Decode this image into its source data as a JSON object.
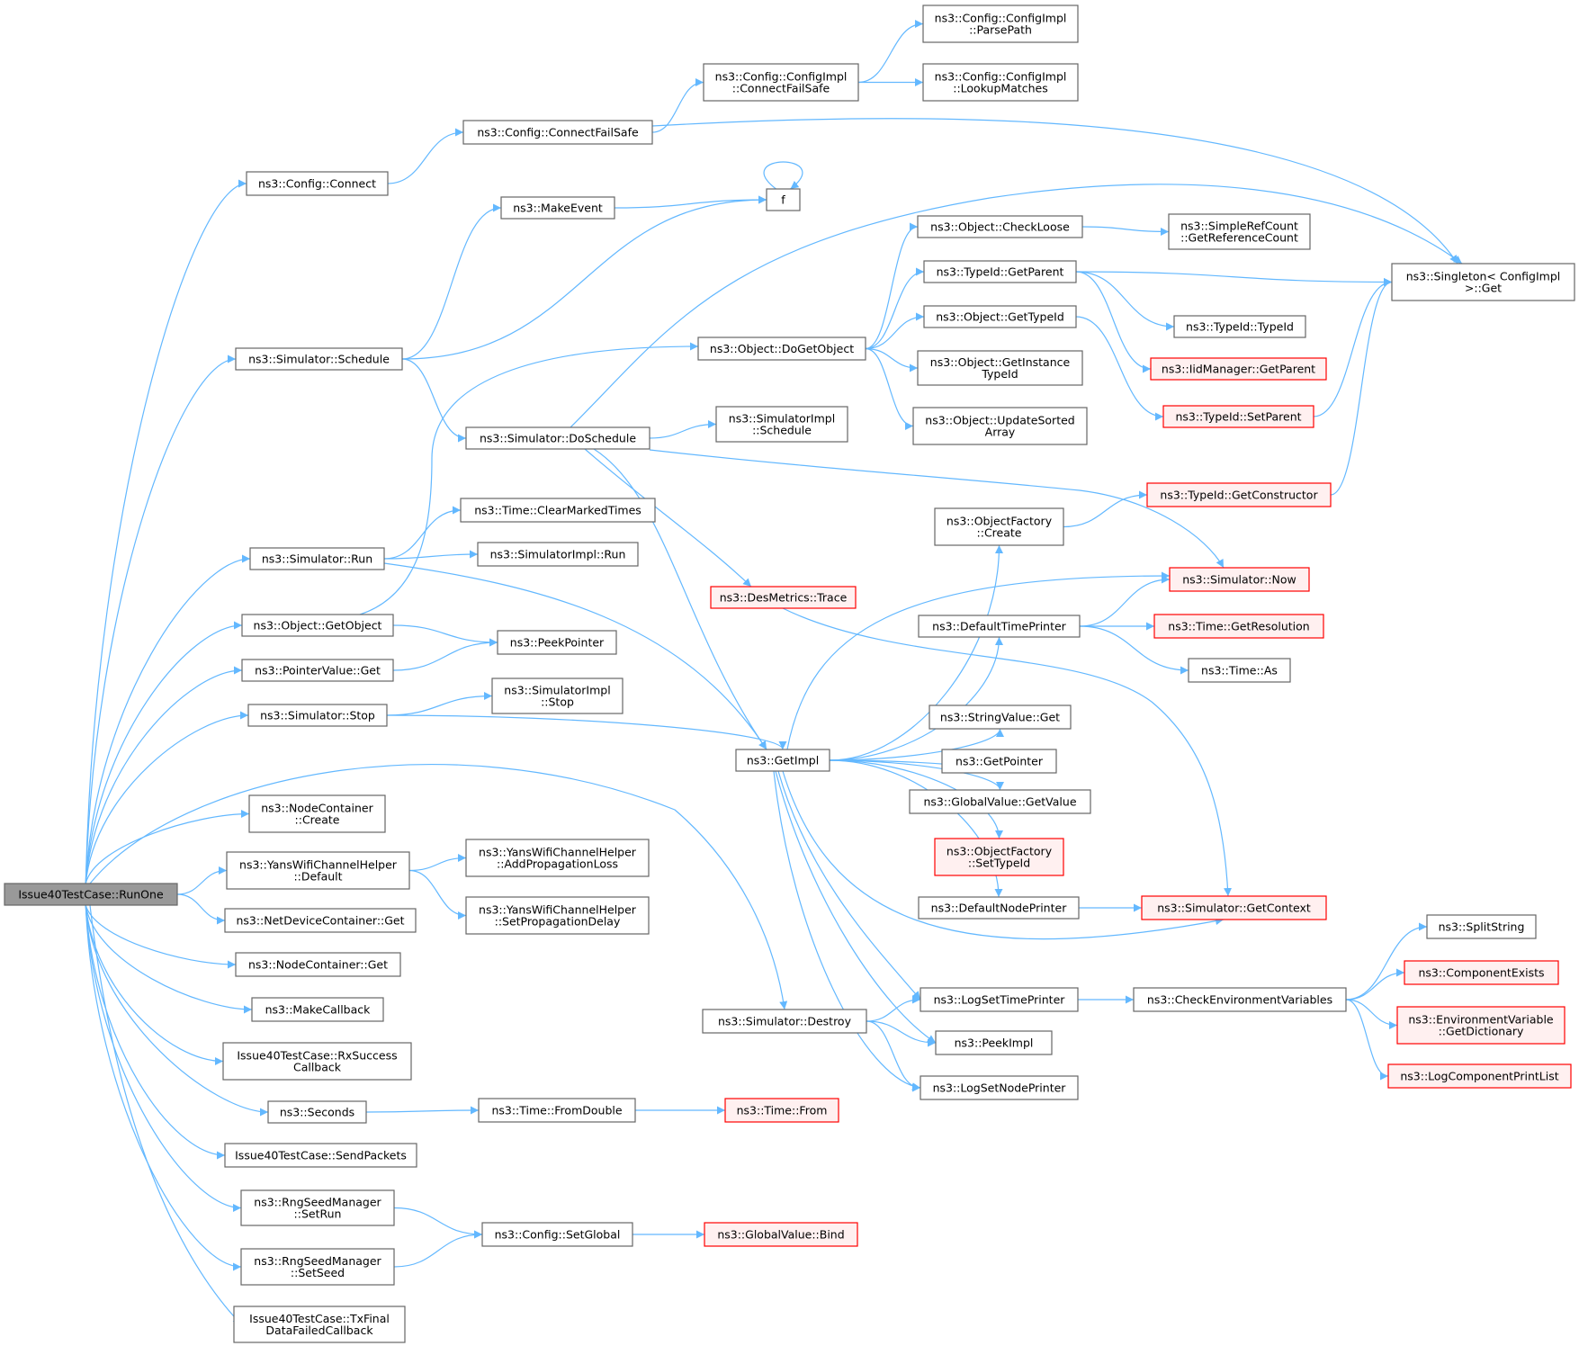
{
  "colors": {
    "edge": "#63b8ff",
    "normal_border": "#666666",
    "normal_fill": "#ffffff",
    "truncated_border": "#ff0000",
    "truncated_fill": "#fff0f0",
    "root_fill": "#999999",
    "root_border": "#666666"
  },
  "graph": {
    "root": "n0",
    "nodes": [
      {
        "id": "n0",
        "lines": [
          "Issue40TestCase::RunOne"
        ],
        "style": "root"
      },
      {
        "id": "n1",
        "lines": [
          "ns3::Config::Connect"
        ],
        "style": "normal"
      },
      {
        "id": "n2",
        "lines": [
          "ns3::Config::ConnectFailSafe"
        ],
        "style": "normal"
      },
      {
        "id": "n3",
        "lines": [
          "ns3::Config::ConfigImpl",
          "::ConnectFailSafe"
        ],
        "style": "normal"
      },
      {
        "id": "n4",
        "lines": [
          "ns3::Config::ConfigImpl",
          "::ParsePath"
        ],
        "style": "normal"
      },
      {
        "id": "n5",
        "lines": [
          "ns3::Config::ConfigImpl",
          "::LookupMatches"
        ],
        "style": "normal"
      },
      {
        "id": "n6",
        "lines": [
          "ns3::Singleton< ConfigImpl",
          ">::Get"
        ],
        "style": "normal"
      },
      {
        "id": "n7",
        "lines": [
          "ns3::MakeEvent"
        ],
        "style": "normal"
      },
      {
        "id": "n8",
        "lines": [
          "f"
        ],
        "style": "normal"
      },
      {
        "id": "n9",
        "lines": [
          "ns3::Simulator::Schedule"
        ],
        "style": "normal"
      },
      {
        "id": "n10",
        "lines": [
          "ns3::Simulator::DoSchedule"
        ],
        "style": "normal"
      },
      {
        "id": "n11",
        "lines": [
          "ns3::SimulatorImpl",
          "::Schedule"
        ],
        "style": "normal"
      },
      {
        "id": "n12",
        "lines": [
          "ns3::Object::DoGetObject"
        ],
        "style": "normal"
      },
      {
        "id": "n13",
        "lines": [
          "ns3::Object::CheckLoose"
        ],
        "style": "normal"
      },
      {
        "id": "n14",
        "lines": [
          "ns3::SimpleRefCount",
          "::GetReferenceCount"
        ],
        "style": "normal"
      },
      {
        "id": "n15",
        "lines": [
          "ns3::TypeId::GetParent"
        ],
        "style": "normal"
      },
      {
        "id": "n16",
        "lines": [
          "ns3::TypeId::TypeId"
        ],
        "style": "normal"
      },
      {
        "id": "n17",
        "lines": [
          "ns3::IidManager::GetParent"
        ],
        "style": "truncated"
      },
      {
        "id": "n18",
        "lines": [
          "ns3::Object::GetTypeId"
        ],
        "style": "normal"
      },
      {
        "id": "n19",
        "lines": [
          "ns3::TypeId::SetParent"
        ],
        "style": "truncated"
      },
      {
        "id": "n20",
        "lines": [
          "ns3::Object::GetInstance",
          "TypeId"
        ],
        "style": "normal"
      },
      {
        "id": "n21",
        "lines": [
          "ns3::Object::UpdateSorted",
          "Array"
        ],
        "style": "normal"
      },
      {
        "id": "n22",
        "lines": [
          "ns3::Time::ClearMarkedTimes"
        ],
        "style": "normal"
      },
      {
        "id": "n23",
        "lines": [
          "ns3::Simulator::Run"
        ],
        "style": "normal"
      },
      {
        "id": "n24",
        "lines": [
          "ns3::SimulatorImpl::Run"
        ],
        "style": "normal"
      },
      {
        "id": "n25",
        "lines": [
          "ns3::TypeId::GetConstructor"
        ],
        "style": "truncated"
      },
      {
        "id": "n26",
        "lines": [
          "ns3::ObjectFactory",
          "::Create"
        ],
        "style": "normal"
      },
      {
        "id": "n27",
        "lines": [
          "ns3::Simulator::Now"
        ],
        "style": "truncated"
      },
      {
        "id": "n28",
        "lines": [
          "ns3::DesMetrics::Trace"
        ],
        "style": "truncated"
      },
      {
        "id": "n29",
        "lines": [
          "ns3::Object::GetObject"
        ],
        "style": "normal"
      },
      {
        "id": "n30",
        "lines": [
          "ns3::PeekPointer"
        ],
        "style": "normal"
      },
      {
        "id": "n31",
        "lines": [
          "ns3::DefaultTimePrinter"
        ],
        "style": "normal"
      },
      {
        "id": "n32",
        "lines": [
          "ns3::Time::GetResolution"
        ],
        "style": "truncated"
      },
      {
        "id": "n33",
        "lines": [
          "ns3::PointerValue::Get"
        ],
        "style": "normal"
      },
      {
        "id": "n34",
        "lines": [
          "ns3::Time::As"
        ],
        "style": "normal"
      },
      {
        "id": "n35",
        "lines": [
          "ns3::SimulatorImpl",
          "::Stop"
        ],
        "style": "normal"
      },
      {
        "id": "n36",
        "lines": [
          "ns3::Simulator::Stop"
        ],
        "style": "normal"
      },
      {
        "id": "n37",
        "lines": [
          "ns3::StringValue::Get"
        ],
        "style": "normal"
      },
      {
        "id": "n38",
        "lines": [
          "ns3::GetImpl"
        ],
        "style": "normal"
      },
      {
        "id": "n39",
        "lines": [
          "ns3::GetPointer"
        ],
        "style": "normal"
      },
      {
        "id": "n40",
        "lines": [
          "ns3::GlobalValue::GetValue"
        ],
        "style": "normal"
      },
      {
        "id": "n41",
        "lines": [
          "ns3::NodeContainer",
          "::Create"
        ],
        "style": "normal"
      },
      {
        "id": "n42",
        "lines": [
          "ns3::ObjectFactory",
          "::SetTypeId"
        ],
        "style": "truncated"
      },
      {
        "id": "n43",
        "lines": [
          "ns3::YansWifiChannelHelper",
          "::Default"
        ],
        "style": "normal"
      },
      {
        "id": "n44",
        "lines": [
          "ns3::YansWifiChannelHelper",
          "::AddPropagationLoss"
        ],
        "style": "normal"
      },
      {
        "id": "n45",
        "lines": [
          "ns3::YansWifiChannelHelper",
          "::SetPropagationDelay"
        ],
        "style": "normal"
      },
      {
        "id": "n46",
        "lines": [
          "ns3::DefaultNodePrinter"
        ],
        "style": "normal"
      },
      {
        "id": "n47",
        "lines": [
          "ns3::Simulator::GetContext"
        ],
        "style": "truncated"
      },
      {
        "id": "n48",
        "lines": [
          "ns3::NetDeviceContainer::Get"
        ],
        "style": "normal"
      },
      {
        "id": "n49",
        "lines": [
          "ns3::SplitString"
        ],
        "style": "normal"
      },
      {
        "id": "n50",
        "lines": [
          "ns3::NodeContainer::Get"
        ],
        "style": "normal"
      },
      {
        "id": "n51",
        "lines": [
          "ns3::ComponentExists"
        ],
        "style": "truncated"
      },
      {
        "id": "n52",
        "lines": [
          "ns3::MakeCallback"
        ],
        "style": "normal"
      },
      {
        "id": "n53",
        "lines": [
          "ns3::EnvironmentVariable",
          "::GetDictionary"
        ],
        "style": "truncated"
      },
      {
        "id": "n54",
        "lines": [
          "ns3::LogSetTimePrinter"
        ],
        "style": "normal"
      },
      {
        "id": "n55",
        "lines": [
          "ns3::CheckEnvironmentVariables"
        ],
        "style": "normal"
      },
      {
        "id": "n56",
        "lines": [
          "ns3::Simulator::Destroy"
        ],
        "style": "normal"
      },
      {
        "id": "n57",
        "lines": [
          "ns3::PeekImpl"
        ],
        "style": "normal"
      },
      {
        "id": "n58",
        "lines": [
          "Issue40TestCase::RxSuccess",
          "Callback"
        ],
        "style": "normal"
      },
      {
        "id": "n59",
        "lines": [
          "ns3::LogComponentPrintList"
        ],
        "style": "truncated"
      },
      {
        "id": "n60",
        "lines": [
          "ns3::LogSetNodePrinter"
        ],
        "style": "normal"
      },
      {
        "id": "n61",
        "lines": [
          "ns3::Seconds"
        ],
        "style": "normal"
      },
      {
        "id": "n62",
        "lines": [
          "ns3::Time::FromDouble"
        ],
        "style": "normal"
      },
      {
        "id": "n63",
        "lines": [
          "ns3::Time::From"
        ],
        "style": "truncated"
      },
      {
        "id": "n64",
        "lines": [
          "Issue40TestCase::SendPackets"
        ],
        "style": "normal"
      },
      {
        "id": "n65",
        "lines": [
          "ns3::RngSeedManager",
          "::SetRun"
        ],
        "style": "normal"
      },
      {
        "id": "n66",
        "lines": [
          "ns3::Config::SetGlobal"
        ],
        "style": "normal"
      },
      {
        "id": "n67",
        "lines": [
          "ns3::GlobalValue::Bind"
        ],
        "style": "truncated"
      },
      {
        "id": "n68",
        "lines": [
          "ns3::RngSeedManager",
          "::SetSeed"
        ],
        "style": "normal"
      },
      {
        "id": "n69",
        "lines": [
          "Issue40TestCase::TxFinal",
          "DataFailedCallback"
        ],
        "style": "normal"
      }
    ],
    "edges": [
      [
        "n0",
        "n1"
      ],
      [
        "n0",
        "n9"
      ],
      [
        "n0",
        "n23"
      ],
      [
        "n0",
        "n29"
      ],
      [
        "n0",
        "n33"
      ],
      [
        "n0",
        "n36"
      ],
      [
        "n0",
        "n56"
      ],
      [
        "n0",
        "n41"
      ],
      [
        "n0",
        "n43"
      ],
      [
        "n0",
        "n48"
      ],
      [
        "n0",
        "n50"
      ],
      [
        "n0",
        "n52"
      ],
      [
        "n0",
        "n58"
      ],
      [
        "n0",
        "n61"
      ],
      [
        "n0",
        "n64"
      ],
      [
        "n0",
        "n65"
      ],
      [
        "n0",
        "n68"
      ],
      [
        "n0",
        "n69"
      ],
      [
        "n1",
        "n2"
      ],
      [
        "n2",
        "n3"
      ],
      [
        "n2",
        "n6"
      ],
      [
        "n3",
        "n4"
      ],
      [
        "n3",
        "n5"
      ],
      [
        "n7",
        "n8"
      ],
      [
        "n8",
        "n8"
      ],
      [
        "n9",
        "n7"
      ],
      [
        "n9",
        "n8"
      ],
      [
        "n9",
        "n10"
      ],
      [
        "n10",
        "n6"
      ],
      [
        "n10",
        "n11"
      ],
      [
        "n10",
        "n28"
      ],
      [
        "n10",
        "n27"
      ],
      [
        "n10",
        "n38"
      ],
      [
        "n29",
        "n12"
      ],
      [
        "n29",
        "n30"
      ],
      [
        "n12",
        "n13"
      ],
      [
        "n12",
        "n15"
      ],
      [
        "n12",
        "n18"
      ],
      [
        "n12",
        "n20"
      ],
      [
        "n12",
        "n21"
      ],
      [
        "n13",
        "n14"
      ],
      [
        "n15",
        "n6"
      ],
      [
        "n15",
        "n16"
      ],
      [
        "n15",
        "n17"
      ],
      [
        "n18",
        "n19"
      ],
      [
        "n19",
        "n6"
      ],
      [
        "n25",
        "n6"
      ],
      [
        "n23",
        "n22"
      ],
      [
        "n23",
        "n24"
      ],
      [
        "n23",
        "n38"
      ],
      [
        "n33",
        "n30"
      ],
      [
        "n36",
        "n35"
      ],
      [
        "n36",
        "n38"
      ],
      [
        "n26",
        "n25"
      ],
      [
        "n28",
        "n47"
      ],
      [
        "n31",
        "n27"
      ],
      [
        "n31",
        "n32"
      ],
      [
        "n31",
        "n34"
      ],
      [
        "n38",
        "n26"
      ],
      [
        "n38",
        "n27"
      ],
      [
        "n38",
        "n31"
      ],
      [
        "n38",
        "n37"
      ],
      [
        "n38",
        "n39"
      ],
      [
        "n38",
        "n40"
      ],
      [
        "n38",
        "n42"
      ],
      [
        "n38",
        "n46"
      ],
      [
        "n38",
        "n47"
      ],
      [
        "n38",
        "n54"
      ],
      [
        "n38",
        "n57"
      ],
      [
        "n38",
        "n60"
      ],
      [
        "n46",
        "n47"
      ],
      [
        "n56",
        "n54"
      ],
      [
        "n56",
        "n57"
      ],
      [
        "n56",
        "n60"
      ],
      [
        "n54",
        "n55"
      ],
      [
        "n55",
        "n49"
      ],
      [
        "n55",
        "n51"
      ],
      [
        "n55",
        "n53"
      ],
      [
        "n55",
        "n59"
      ],
      [
        "n43",
        "n44"
      ],
      [
        "n43",
        "n45"
      ],
      [
        "n61",
        "n62"
      ],
      [
        "n62",
        "n63"
      ],
      [
        "n65",
        "n66"
      ],
      [
        "n68",
        "n66"
      ],
      [
        "n66",
        "n67"
      ]
    ]
  }
}
